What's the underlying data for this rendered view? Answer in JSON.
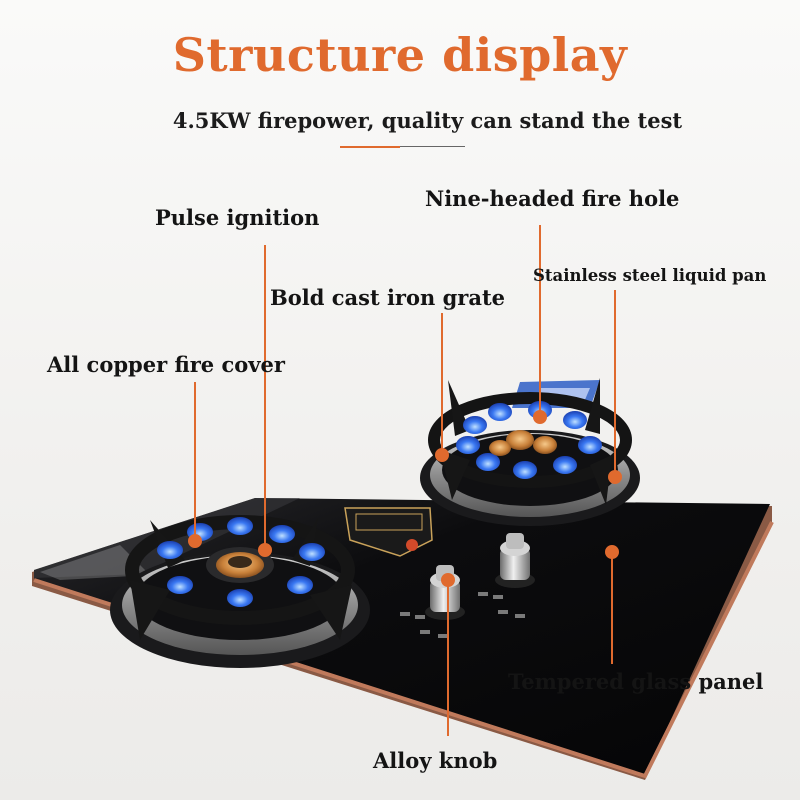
{
  "header": {
    "title": "Structure display",
    "subtitle": "4.5KW firepower, quality can stand the test"
  },
  "callouts": {
    "pulse_ignition": "Pulse ignition",
    "nine_headed_fire_hole": "Nine-headed fire hole",
    "stainless_steel_liquid_pan": "Stainless steel liquid pan",
    "bold_cast_iron_grate": "Bold cast iron grate",
    "all_copper_fire_cover": "All copper fire cover",
    "tempered_glass_panel": "Tempered glass panel",
    "alloy_knob": "Alloy knob"
  },
  "colors": {
    "accent": "#e06a2e",
    "flame": "#2f6df0",
    "panel": "#0d0d0e"
  }
}
